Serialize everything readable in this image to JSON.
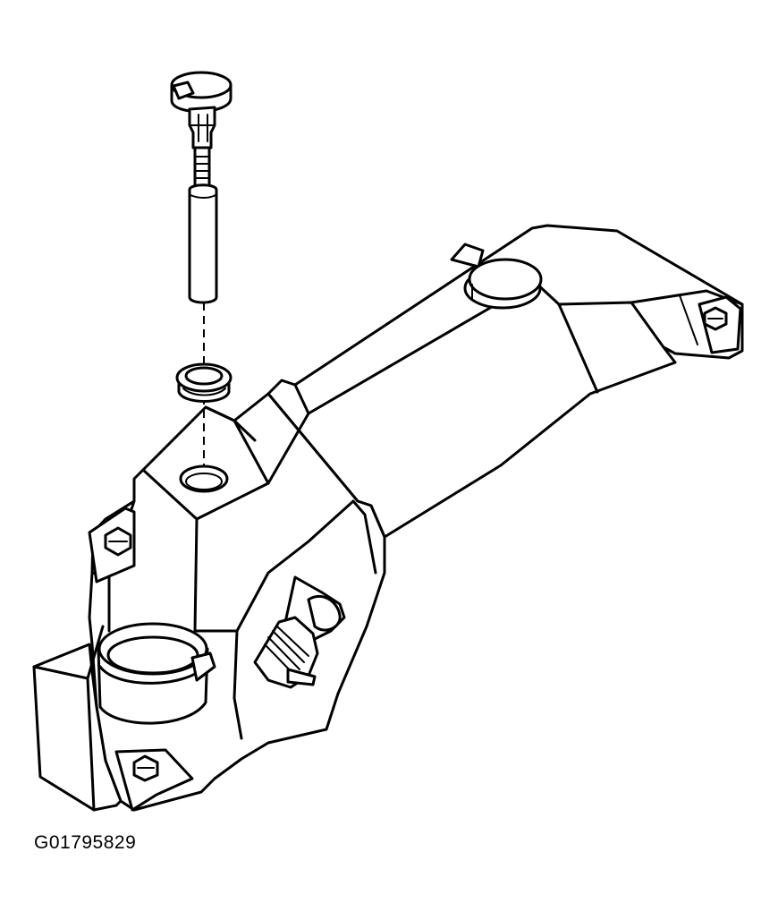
{
  "figure": {
    "code": "G01795829"
  },
  "parts": [
    {
      "name": "reservoir-cap",
      "icon": "cap-icon"
    },
    {
      "name": "fluid-level-sensor",
      "icon": "sensor-rod-icon"
    },
    {
      "name": "grommet",
      "icon": "grommet-icon"
    },
    {
      "name": "washer-fluid-reservoir",
      "icon": "reservoir-icon"
    },
    {
      "name": "washer-pump",
      "icon": "pump-icon"
    },
    {
      "name": "filler-neck",
      "icon": "filler-neck-icon"
    },
    {
      "name": "mounting-bolt",
      "icon": "bolt-icon"
    }
  ],
  "colors": {
    "line": "#000000",
    "background": "#ffffff"
  }
}
